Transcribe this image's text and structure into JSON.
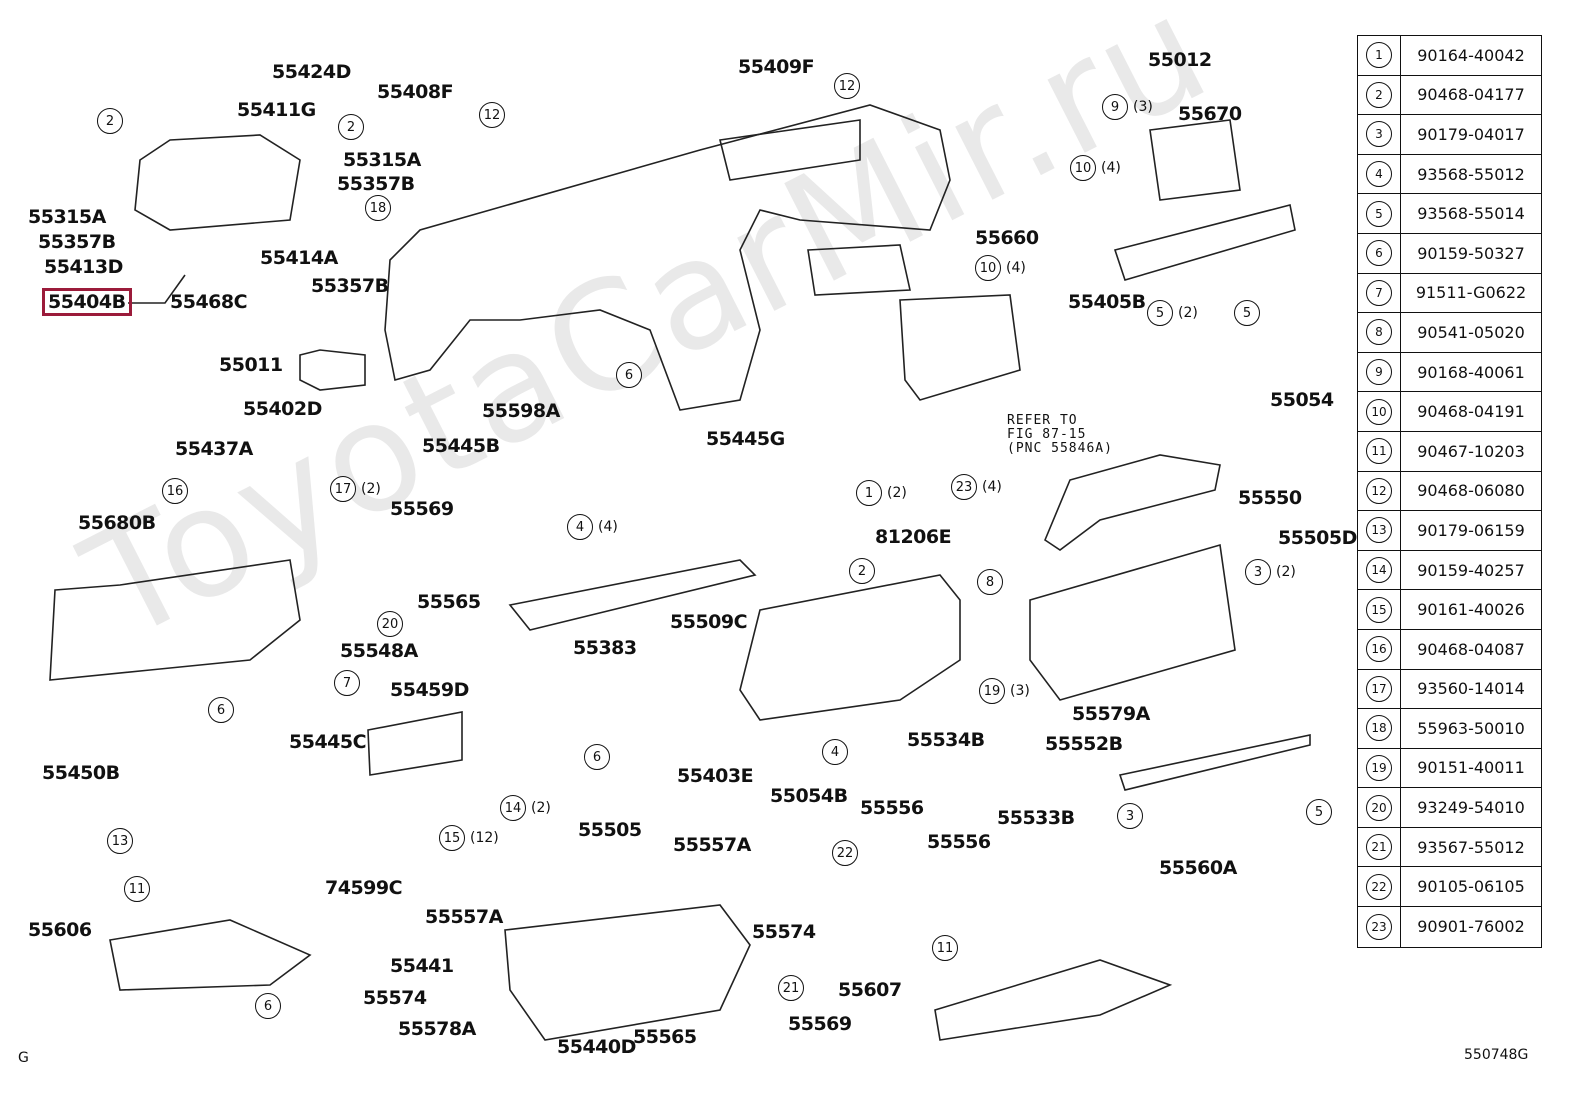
{
  "watermark": "ToyotaCarMir.ru",
  "labels": [
    "55424D",
    "55408F",
    "55409F",
    "55012",
    "55411G",
    "55670",
    "55315A",
    "55357B",
    "55315A",
    "55357B",
    "55413D",
    "55404B",
    "55468C",
    "55414A",
    "55357B",
    "55660",
    "55405B",
    "55054",
    "55011",
    "55598A",
    "55445G",
    "55402D",
    "55445B",
    "55437A",
    "55550",
    "55505D",
    "55569",
    "81206E",
    "55680B",
    "55565",
    "55509C",
    "55383",
    "55548A",
    "55459D",
    "55579A",
    "55552B",
    "55534B",
    "55445C",
    "55403E",
    "55450B",
    "55054B",
    "55556",
    "55533B",
    "55505",
    "55557A",
    "55556",
    "55560A",
    "74599C",
    "55557A",
    "55574",
    "55606",
    "55441",
    "55607",
    "55574",
    "55569",
    "55578A",
    "55565",
    "55440D"
  ],
  "highlighted_label": "55404B",
  "refer": [
    "REFER TO",
    "FIG 87-15",
    "(PNC 55846A)"
  ],
  "callouts": [
    {
      "n": "2"
    },
    {
      "n": "2"
    },
    {
      "n": "18"
    },
    {
      "n": "12"
    },
    {
      "n": "12"
    },
    {
      "n": "9",
      "q": "(3)"
    },
    {
      "n": "10",
      "q": "(4)"
    },
    {
      "n": "10",
      "q": "(4)"
    },
    {
      "n": "5",
      "q": "(2)"
    },
    {
      "n": "5"
    },
    {
      "n": "6"
    },
    {
      "n": "16"
    },
    {
      "n": "17",
      "q": "(2)"
    },
    {
      "n": "1",
      "q": "(2)"
    },
    {
      "n": "23",
      "q": "(4)"
    },
    {
      "n": "4",
      "q": "(4)"
    },
    {
      "n": "2"
    },
    {
      "n": "3",
      "q": "(2)"
    },
    {
      "n": "8"
    },
    {
      "n": "20"
    },
    {
      "n": "19",
      "q": "(3)"
    },
    {
      "n": "7"
    },
    {
      "n": "6"
    },
    {
      "n": "6"
    },
    {
      "n": "4"
    },
    {
      "n": "14",
      "q": "(2)"
    },
    {
      "n": "15",
      "q": "(12)"
    },
    {
      "n": "13"
    },
    {
      "n": "22"
    },
    {
      "n": "11"
    },
    {
      "n": "3"
    },
    {
      "n": "5"
    },
    {
      "n": "11"
    },
    {
      "n": "21"
    },
    {
      "n": "6"
    }
  ],
  "parts_table": [
    {
      "n": "1",
      "part": "90164-40042"
    },
    {
      "n": "2",
      "part": "90468-04177"
    },
    {
      "n": "3",
      "part": "90179-04017"
    },
    {
      "n": "4",
      "part": "93568-55012"
    },
    {
      "n": "5",
      "part": "93568-55014"
    },
    {
      "n": "6",
      "part": "90159-50327"
    },
    {
      "n": "7",
      "part": "91511-G0622"
    },
    {
      "n": "8",
      "part": "90541-05020"
    },
    {
      "n": "9",
      "part": "90168-40061"
    },
    {
      "n": "10",
      "part": "90468-04191"
    },
    {
      "n": "11",
      "part": "90467-10203"
    },
    {
      "n": "12",
      "part": "90468-06080"
    },
    {
      "n": "13",
      "part": "90179-06159"
    },
    {
      "n": "14",
      "part": "90159-40257"
    },
    {
      "n": "15",
      "part": "90161-40026"
    },
    {
      "n": "16",
      "part": "90468-04087"
    },
    {
      "n": "17",
      "part": "93560-14014"
    },
    {
      "n": "18",
      "part": "55963-50010"
    },
    {
      "n": "19",
      "part": "90151-40011"
    },
    {
      "n": "20",
      "part": "93249-54010"
    },
    {
      "n": "21",
      "part": "93567-55012"
    },
    {
      "n": "22",
      "part": "90105-06105"
    },
    {
      "n": "23",
      "part": "90901-76002"
    }
  ],
  "corner_left": "G",
  "figure_code": "550748G",
  "colors": {
    "highlight": "#9b1b3a",
    "ink": "#111111",
    "watermark": "#e9e9e9"
  }
}
